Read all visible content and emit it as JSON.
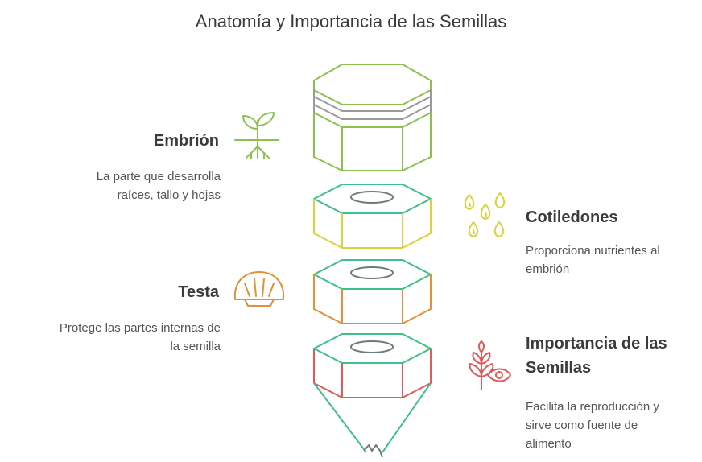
{
  "title": "Anatomía y Importancia de las Semillas",
  "sections": {
    "embrion": {
      "label": "Embrión",
      "desc": [
        "La parte que desarrolla",
        "raíces, tallo y hojas"
      ],
      "icon": "sprout-icon"
    },
    "cotiledones": {
      "label": "Cotiledones",
      "desc": [
        "Proporciona nutrientes al",
        "embrión"
      ],
      "icon": "seeds-icon"
    },
    "testa": {
      "label": "Testa",
      "desc": [
        "Protege las partes internas de",
        "la semilla"
      ],
      "icon": "shell-icon"
    },
    "importancia": {
      "label": [
        "Importancia de las",
        "Semillas"
      ],
      "desc": [
        "Facilita la reproducción y",
        "sirve como fuente de",
        "alimento"
      ],
      "icon": "plant-eye-icon"
    }
  },
  "colors": {
    "green": "#8cc152",
    "gray": "#9a9a9a",
    "yellow": "#dcd23c",
    "orange": "#e0913a",
    "red": "#e05a5a",
    "teal": "#3fbf8a",
    "slate": "#6e7b7b"
  }
}
